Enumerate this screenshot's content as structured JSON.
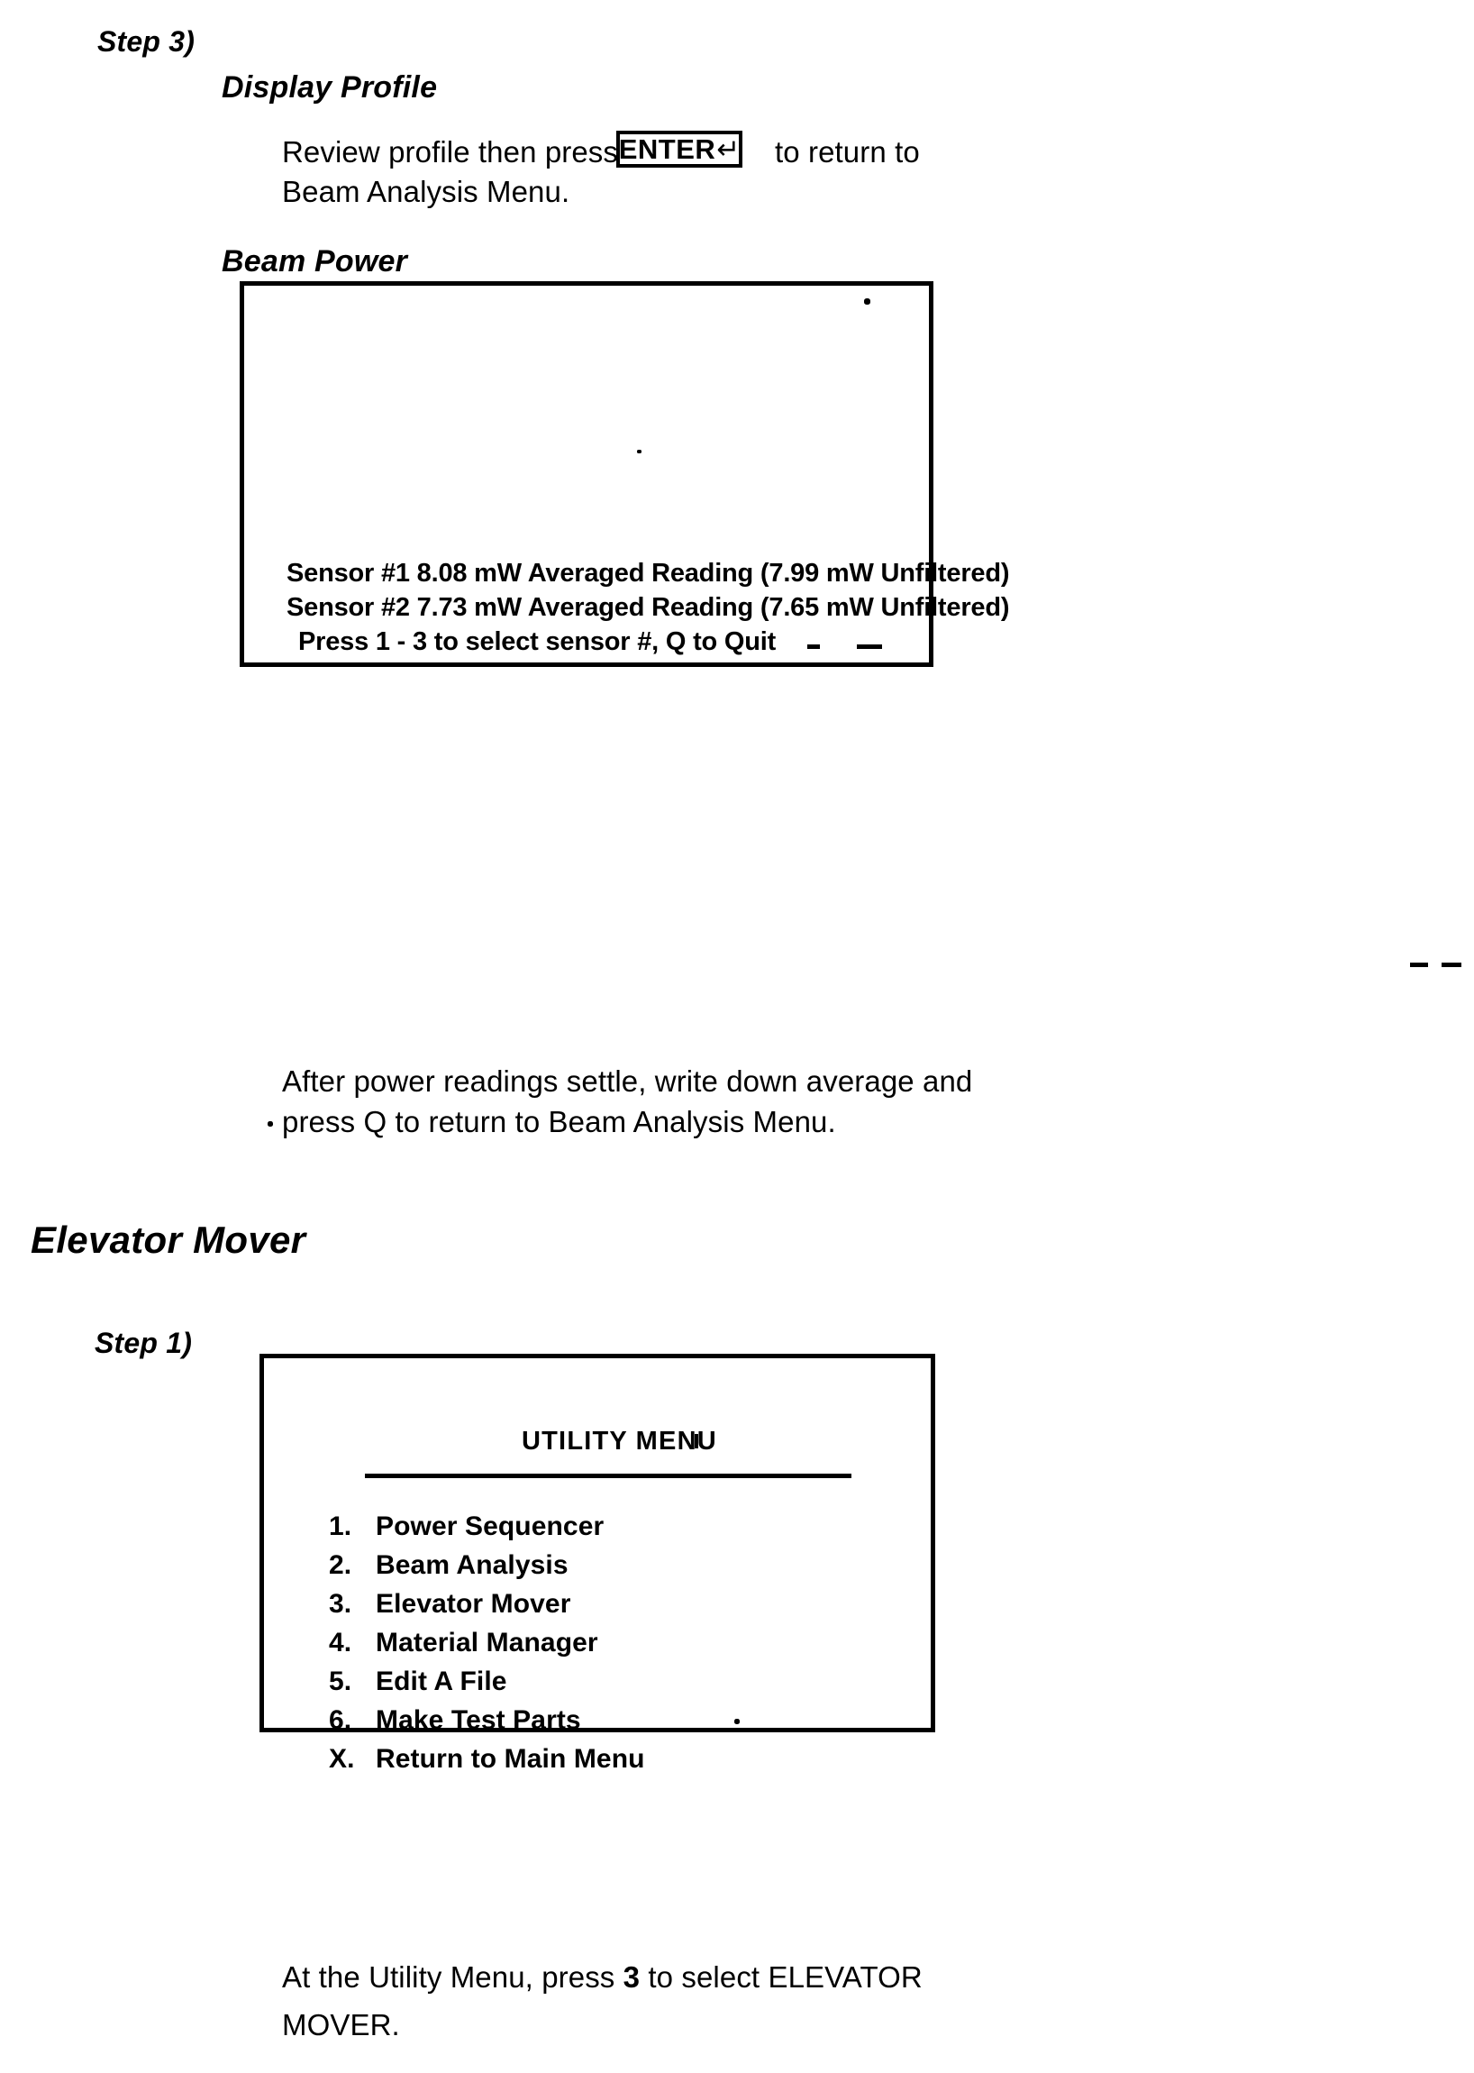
{
  "document": {
    "steps": [
      {
        "label": "Step 3)",
        "heading": "Display Profile",
        "instruction_lines": [
          "Review profile then press",
          "to return to",
          "Beam Analysis Menu."
        ],
        "key": {
          "label": "ENTER",
          "glyph": "↵",
          "name": "enter-key"
        },
        "screen_heading": "Beam Power",
        "screen_lines": [
          "Sensor #1 8.08 mW Averaged Reading (7.99 mW Unfiltered)",
          "Sensor #2 7.73 mW Averaged Reading (7.65 mW Unfiltered)",
          "Press 1 - 3 to select sensor #, Q to Quit"
        ],
        "after_lines": [
          "After power readings settle, write down average and",
          "press Q to return to Beam Analysis Menu."
        ]
      }
    ],
    "section": {
      "title": "Elevator Mover",
      "step_label": "Step 1)",
      "menu": {
        "title": "UTILITY MENU",
        "items": [
          {
            "key": "1.",
            "label": "Power Sequencer"
          },
          {
            "key": "2.",
            "label": "Beam Analysis"
          },
          {
            "key": "3.",
            "label": "Elevator Mover"
          },
          {
            "key": "4.",
            "label": "Material Manager"
          },
          {
            "key": "5.",
            "label": "Edit A File"
          },
          {
            "key": "6.",
            "label": "Make Test Parts"
          },
          {
            "key": "X.",
            "label": "Return to Main Menu"
          }
        ]
      },
      "closing_lines": [
        {
          "pre": "At the Utility Menu,  press ",
          "strong": "3",
          "post": " to select ELEVATOR"
        },
        {
          "pre": "MOVER.",
          "strong": "",
          "post": ""
        }
      ]
    },
    "sensor_readings": [
      {
        "sensor": "#1",
        "averaged_mw": "8.08",
        "unfiltered_mw": "7.99",
        "unit": "mW"
      },
      {
        "sensor": "#2",
        "averaged_mw": "7.73",
        "unfiltered_mw": "7.65",
        "unit": "mW"
      }
    ],
    "colors": {
      "ink": "#000000",
      "paper": "#ffffff"
    }
  }
}
